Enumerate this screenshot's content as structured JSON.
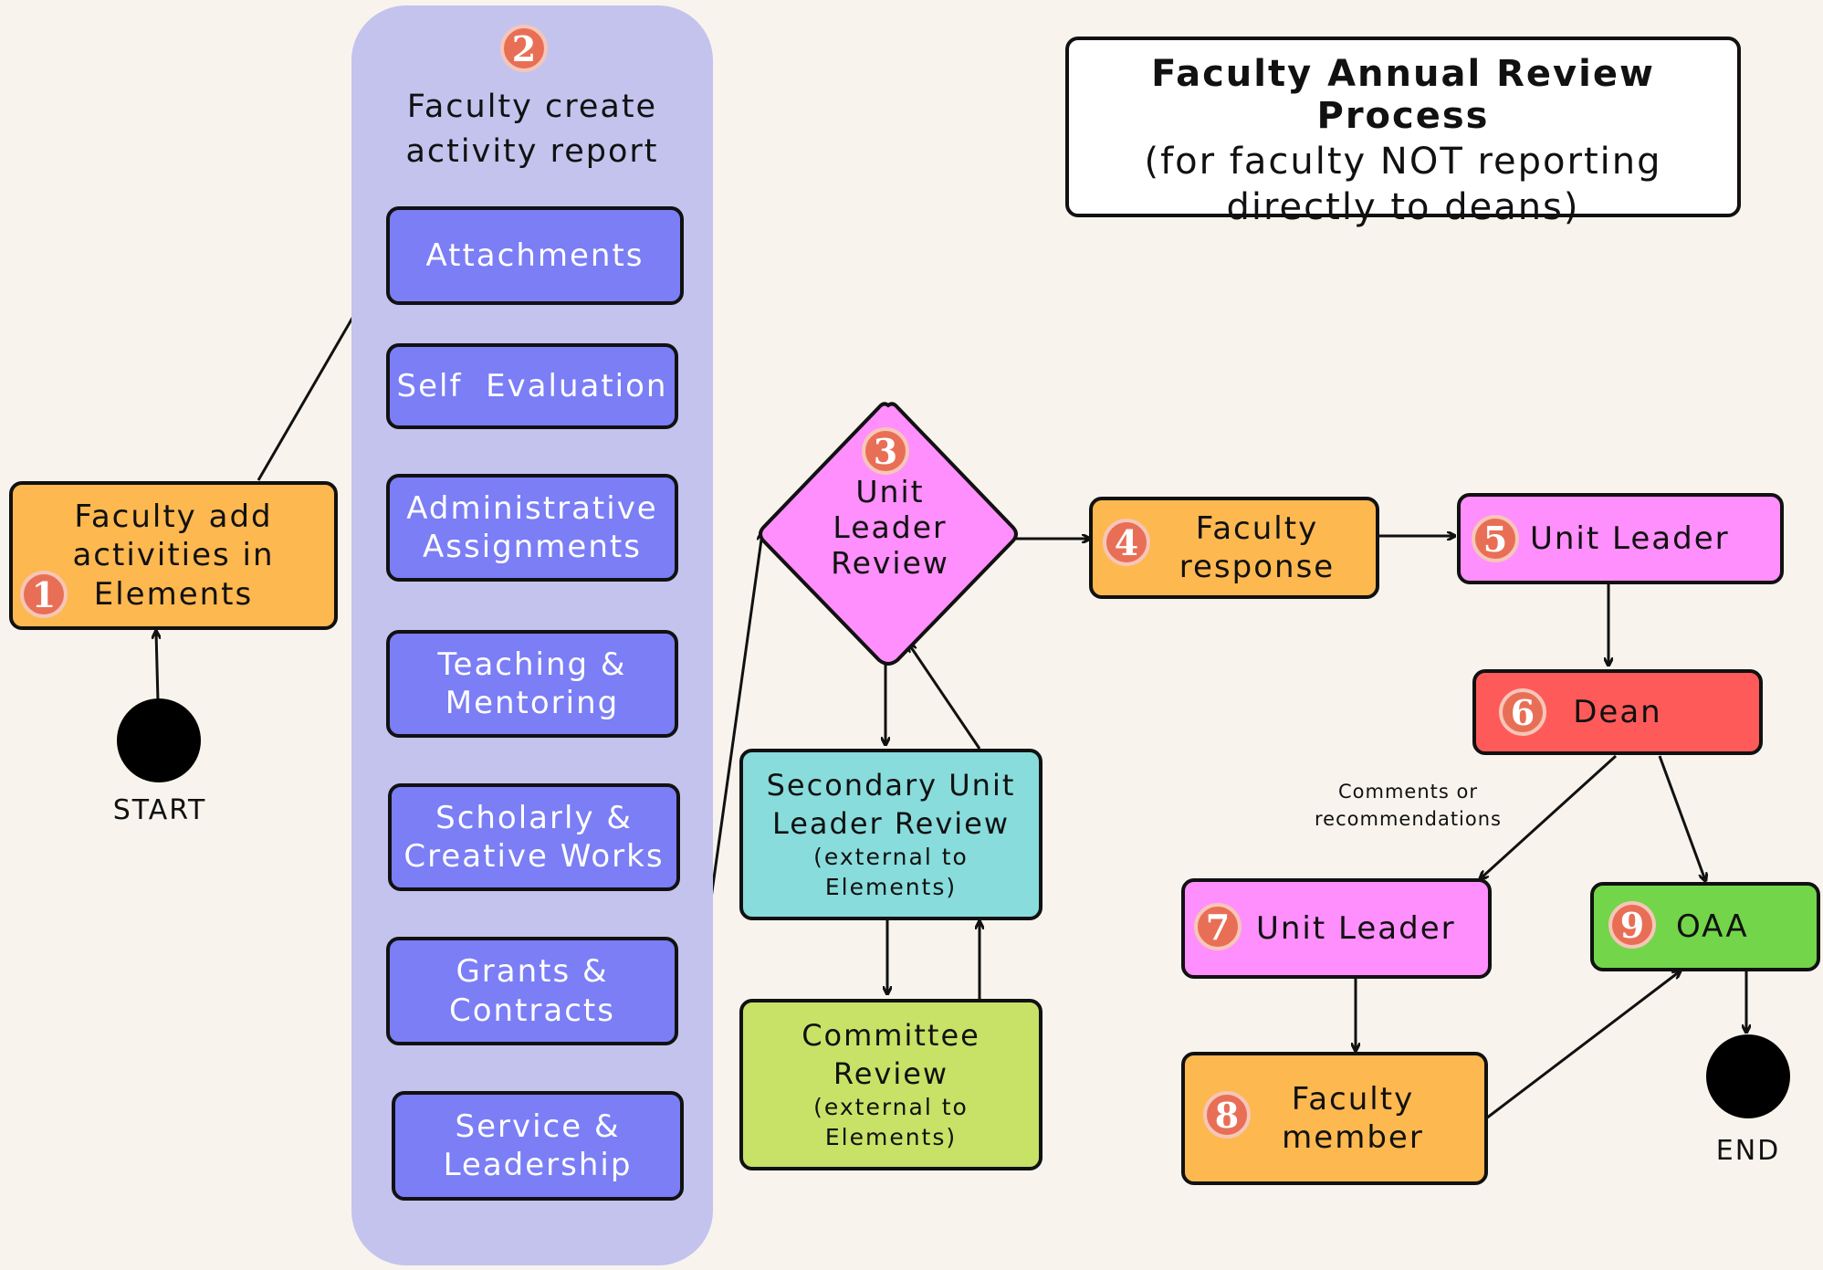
{
  "title": {
    "line1": "Faculty Annual Review Process",
    "line2": "(for faculty NOT reporting",
    "line3": "directly to deans)"
  },
  "start_label": "START",
  "end_label": "END",
  "step1": {
    "number": "1",
    "line1": "Faculty add",
    "line2": "activities in",
    "line3": "Elements"
  },
  "step2": {
    "number": "2",
    "line1": "Faculty create",
    "line2": "activity report"
  },
  "report_sections": [
    {
      "line1": "Attachments",
      "line2": ""
    },
    {
      "line1": "Self  Evaluation",
      "line2": ""
    },
    {
      "line1": "Administrative",
      "line2": "Assignments"
    },
    {
      "line1": "Teaching &",
      "line2": "Mentoring"
    },
    {
      "line1": "Scholarly &",
      "line2": "Creative Works"
    },
    {
      "line1": "Grants &",
      "line2": "Contracts"
    },
    {
      "line1": "Service &",
      "line2": "Leadership"
    }
  ],
  "step3": {
    "number": "3",
    "line1": "Unit",
    "line2": "Leader",
    "line3": "Review"
  },
  "secondary": {
    "line1": "Secondary Unit",
    "line2": "Leader Review",
    "line3": "(external to",
    "line4": "Elements)"
  },
  "committee": {
    "line1": "Committee",
    "line2": "Review",
    "line3": "(external to",
    "line4": "Elements)"
  },
  "step4": {
    "number": "4",
    "line1": "Faculty",
    "line2": "response"
  },
  "step5": {
    "number": "5",
    "label": "Unit Leader"
  },
  "step6": {
    "number": "6",
    "label": "Dean"
  },
  "comments": {
    "line1": "Comments or",
    "line2": "recommendations"
  },
  "step7": {
    "number": "7",
    "label": "Unit Leader"
  },
  "step8": {
    "number": "8",
    "line1": "Faculty",
    "line2": "member"
  },
  "step9": {
    "number": "9",
    "label": "OAA"
  },
  "colors": {
    "background": "#f8f4ed",
    "panel": "#c3c3ee",
    "section_box": "#7b7ef5",
    "orange": "#fdb850",
    "pink": "#fe8ffc",
    "red": "#ff5a5a",
    "green": "#73d54a",
    "teal": "#88dcdc",
    "lime": "#c8e167",
    "badge": "#e86f56"
  }
}
